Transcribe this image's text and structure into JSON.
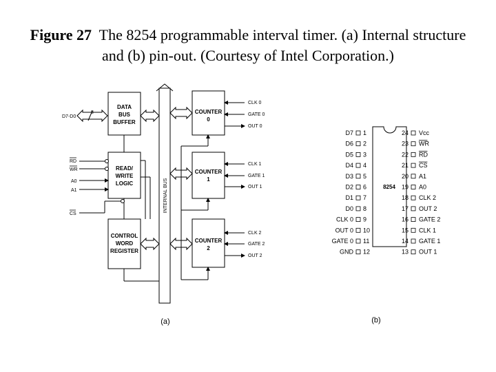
{
  "caption": {
    "figure": "Figure 27",
    "text": "The 8254 programmable interval timer. (a) Internal structure and (b) pin-out. (Courtesy of Intel Corporation.)"
  },
  "diagram_a": {
    "label": "(a)",
    "data_bus_buffer": [
      "DATA",
      "BUS",
      "BUFFER"
    ],
    "read_write_logic": [
      "READ/",
      "WRITE",
      "LOGIC"
    ],
    "control_word_register": [
      "CONTROL",
      "WORD",
      "REGISTER"
    ],
    "internal_bus": "INTERNAL BUS",
    "bus_width": "8",
    "data_lines": "D7-D0",
    "inputs": [
      "RD",
      "WR",
      "A0",
      "A1",
      "CS"
    ],
    "counters": [
      {
        "title": "COUNTER",
        "num": "0",
        "clk": "CLK 0",
        "gate": "GATE 0",
        "out": "OUT 0"
      },
      {
        "title": "COUNTER",
        "num": "1",
        "clk": "CLK 1",
        "gate": "GATE 1",
        "out": "OUT 1"
      },
      {
        "title": "COUNTER",
        "num": "2",
        "clk": "CLK 2",
        "gate": "GATE 2",
        "out": "OUT 2"
      }
    ]
  },
  "diagram_b": {
    "label": "(b)",
    "chip": "8254",
    "left_pins": [
      {
        "num": "1",
        "name": "D7"
      },
      {
        "num": "2",
        "name": "D6"
      },
      {
        "num": "3",
        "name": "D5"
      },
      {
        "num": "4",
        "name": "D4"
      },
      {
        "num": "5",
        "name": "D3"
      },
      {
        "num": "6",
        "name": "D2"
      },
      {
        "num": "7",
        "name": "D1"
      },
      {
        "num": "8",
        "name": "D0"
      },
      {
        "num": "9",
        "name": "CLK 0"
      },
      {
        "num": "10",
        "name": "OUT 0"
      },
      {
        "num": "11",
        "name": "GATE 0"
      },
      {
        "num": "12",
        "name": "GND"
      }
    ],
    "right_pins": [
      {
        "num": "24",
        "name": "Vcc"
      },
      {
        "num": "23",
        "name": "WR"
      },
      {
        "num": "22",
        "name": "RD"
      },
      {
        "num": "21",
        "name": "CS"
      },
      {
        "num": "20",
        "name": "A1"
      },
      {
        "num": "19",
        "name": "A0"
      },
      {
        "num": "18",
        "name": "CLK 2"
      },
      {
        "num": "17",
        "name": "OUT 2"
      },
      {
        "num": "16",
        "name": "GATE 2"
      },
      {
        "num": "15",
        "name": "CLK 1"
      },
      {
        "num": "14",
        "name": "GATE 1"
      },
      {
        "num": "13",
        "name": "OUT 1"
      }
    ]
  }
}
